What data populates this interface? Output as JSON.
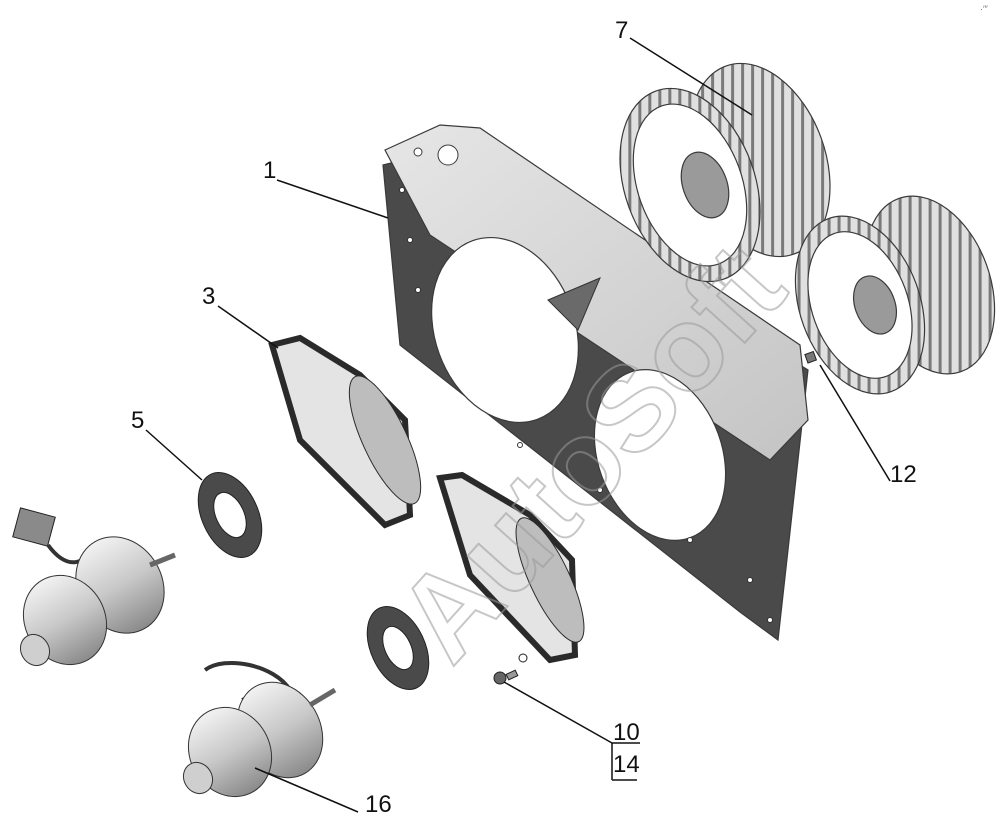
{
  "diagram": {
    "watermark": "AutoSoft",
    "corner_mark": "·′″",
    "callouts": {
      "c1": "1",
      "c3": "3",
      "c5": "5",
      "c7": "7",
      "c10": "10",
      "c12": "12",
      "c14": "14",
      "c16": "16"
    },
    "colors": {
      "metal_light": "#d4d4d4",
      "metal_mid": "#b8b8b8",
      "metal_dark": "#5a5a5a",
      "gasket": "#3c3c3c",
      "line": "#111111"
    }
  }
}
